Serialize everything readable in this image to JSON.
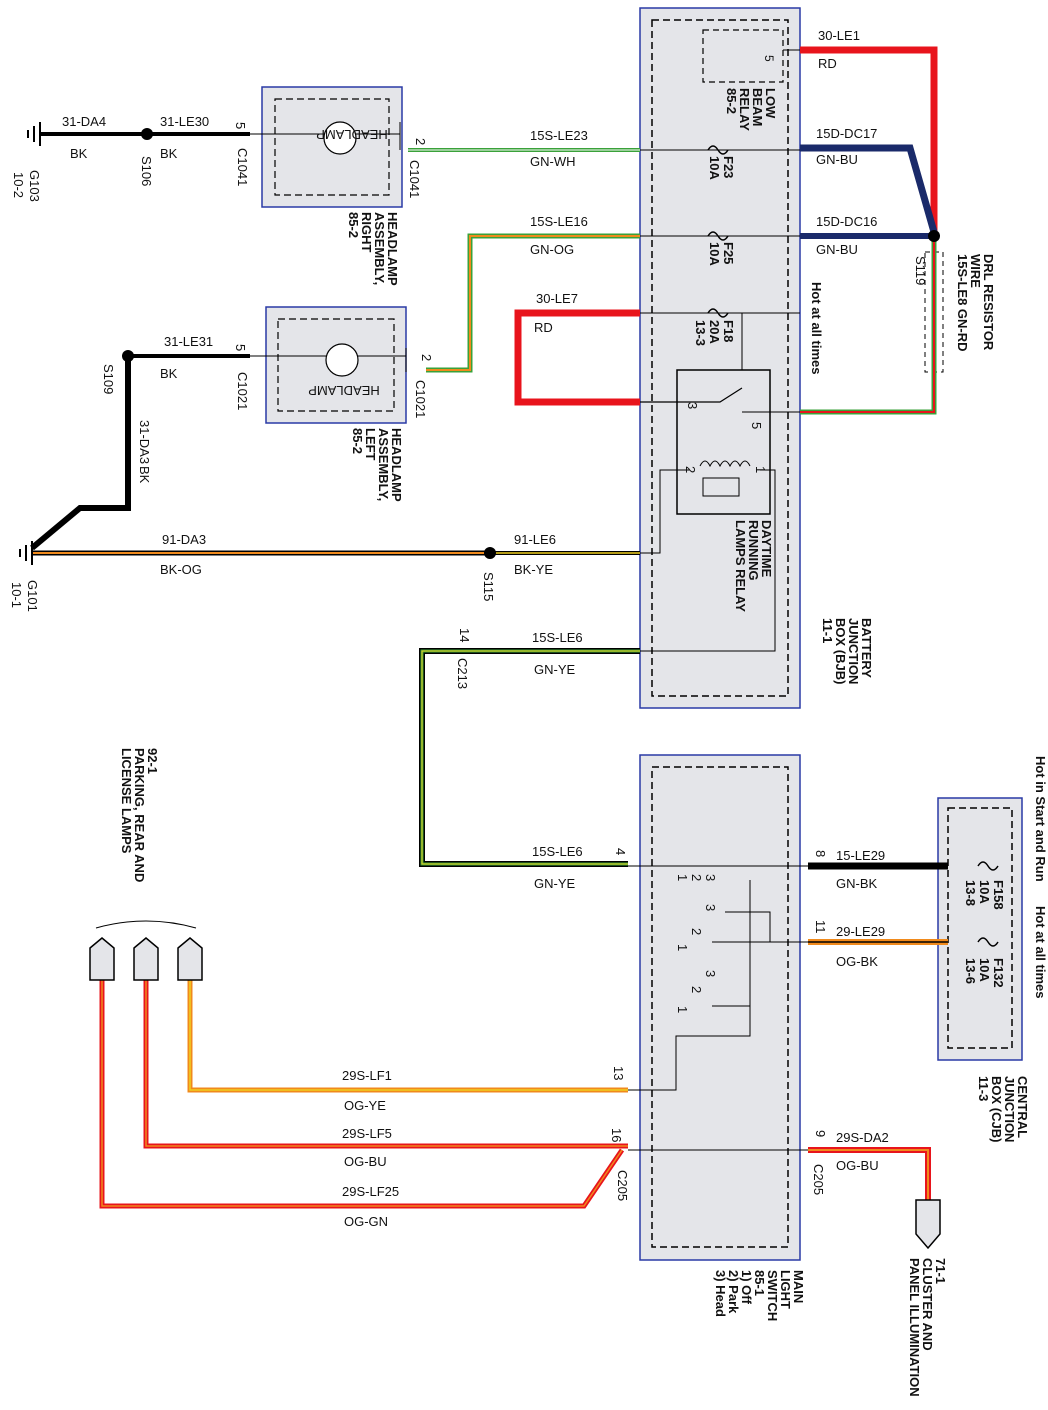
{
  "colors": {
    "box_fill": "#e4e5e9",
    "box_border": "#2a3aa6",
    "red": "#e8141c",
    "black": "#000000",
    "orange": "#f08a1c",
    "green": "#3aa13a",
    "navy": "#1a2a6a",
    "yellow": "#f0d020",
    "white": "#ffffff"
  },
  "grounds": [
    {
      "id": "G103",
      "ref": "10-2"
    },
    {
      "id": "G101",
      "ref": "10-1"
    }
  ],
  "splices": [
    "S106",
    "S109",
    "S115",
    "S119"
  ],
  "connectors": [
    "C1041",
    "C1021",
    "C213",
    "C205"
  ],
  "pins": {
    "c1041_5": "5",
    "c1041_2": "2",
    "c1021_5": "5",
    "c1021_2": "2",
    "c213_14": "14",
    "c205_4": "4",
    "c205_13": "13",
    "c205_16": "16",
    "c205_8": "8",
    "c205_11": "11",
    "c205_9": "9"
  },
  "wires": [
    {
      "circuit": "31-DA4",
      "color": "BK"
    },
    {
      "circuit": "31-LE30",
      "color": "BK"
    },
    {
      "circuit": "15S-LE23",
      "color": "GN-WH"
    },
    {
      "circuit": "15S-LE16",
      "color": "GN-OG"
    },
    {
      "circuit": "31-LE31",
      "color": "BK"
    },
    {
      "circuit": "30-LE7",
      "color": "RD"
    },
    {
      "circuit": "30-LE1",
      "color": "RD"
    },
    {
      "circuit": "15D-DC17",
      "color": "GN-BU"
    },
    {
      "circuit": "15D-DC16",
      "color": "GN-BU"
    },
    {
      "circuit": "31-DA3",
      "color": "BK"
    },
    {
      "circuit": "91-DA3",
      "color": "BK-OG"
    },
    {
      "circuit": "91-LE6",
      "color": "BK-YE"
    },
    {
      "circuit": "15S-LE6",
      "color": "GN-YE"
    },
    {
      "circuit": "15S-LE6",
      "color": "GN-YE"
    },
    {
      "circuit": "15-LE29",
      "color": "GN-BK"
    },
    {
      "circuit": "29-LE29",
      "color": "OG-BK"
    },
    {
      "circuit": "29S-LF1",
      "color": "OG-YE"
    },
    {
      "circuit": "29S-LF5",
      "color": "OG-BU"
    },
    {
      "circuit": "29S-LF25",
      "color": "OG-GN"
    },
    {
      "circuit": "29S-DA2",
      "color": "OG-BU"
    }
  ],
  "components": {
    "headlamp_right": [
      "HEADLAMP",
      "ASSEMBLY,",
      "RIGHT",
      "85-2"
    ],
    "headlamp_left": [
      "HEADLAMP",
      "ASSEMBLY,",
      "LEFT",
      "85-2"
    ],
    "headlamp_label": "HEADLAMP",
    "low_beam_relay": [
      "LOW",
      "BEAM",
      "RELAY",
      "85-2"
    ],
    "low_beam_relay_pin": "5",
    "drl_relay": [
      "DAYTIME",
      "RUNNING",
      "LAMPS RELAY"
    ],
    "drl_relay_pins": [
      "3",
      "5",
      "2",
      "1"
    ],
    "bjb": [
      "BATTERY",
      "JUNCTION",
      "BOX (BJB)",
      "11-1"
    ],
    "drl_resistor": [
      "DRL RESISTOR",
      "WIRE",
      "15S-LE8   GN-RD"
    ],
    "main_light_switch": [
      "MAIN",
      "LIGHT",
      "SWITCH",
      "85-1",
      "1) Off",
      "2) Park",
      "3) Head"
    ],
    "cjb": [
      "CENTRAL",
      "JUNCTION",
      "BOX (CJB)",
      "11-3"
    ],
    "parking_lamps": [
      "92-1",
      "PARKING, REAR AND",
      "LICENSE LAMPS"
    ],
    "cluster": [
      "71-1",
      "CLUSTER AND",
      "PANEL ILLUMINATION"
    ]
  },
  "fuses": [
    {
      "id": "F23",
      "rating": "10A",
      "ref": ""
    },
    {
      "id": "F25",
      "rating": "10A",
      "ref": ""
    },
    {
      "id": "F18",
      "rating": "20A",
      "ref": "13-3"
    },
    {
      "id": "F158",
      "rating": "10A",
      "ref": "13-8"
    },
    {
      "id": "F132",
      "rating": "10A",
      "ref": "13-6"
    }
  ],
  "notes": {
    "hot_all_times_bjb": "Hot at all times",
    "hot_start_run": "Hot in Start and Run",
    "hot_all_times_cjb": "Hot at all times"
  },
  "switch_positions": [
    "3",
    "2",
    "1"
  ]
}
